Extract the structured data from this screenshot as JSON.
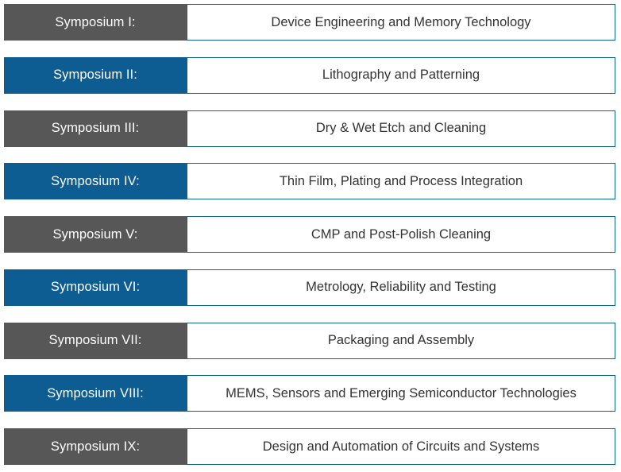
{
  "symposia": [
    {
      "label": "Symposium I:",
      "title": "Device Engineering and Memory Technology",
      "color": "#575757"
    },
    {
      "label": "Symposium II:",
      "title": "Lithography and Patterning",
      "color": "#0d5d92"
    },
    {
      "label": "Symposium III:",
      "title": "Dry & Wet Etch and Cleaning",
      "color": "#575757"
    },
    {
      "label": "Symposium IV:",
      "title": "Thin Film, Plating and Process Integration",
      "color": "#0d5d92"
    },
    {
      "label": "Symposium V:",
      "title": "CMP and Post-Polish Cleaning",
      "color": "#575757"
    },
    {
      "label": "Symposium VI:",
      "title": "Metrology, Reliability and Testing",
      "color": "#0d5d92"
    },
    {
      "label": "Symposium VII:",
      "title": "Packaging and Assembly",
      "color": "#575757"
    },
    {
      "label": "Symposium VIII:",
      "title": "MEMS, Sensors and Emerging Semiconductor Technologies",
      "color": "#0d5d92"
    },
    {
      "label": "Symposium IX:",
      "title": "Design and Automation of Circuits and Systems",
      "color": "#575757"
    }
  ],
  "colors": {
    "gray_label": "#575757",
    "blue_label": "#0d5d92",
    "border": "#0f6190",
    "title_text": "#333333"
  }
}
